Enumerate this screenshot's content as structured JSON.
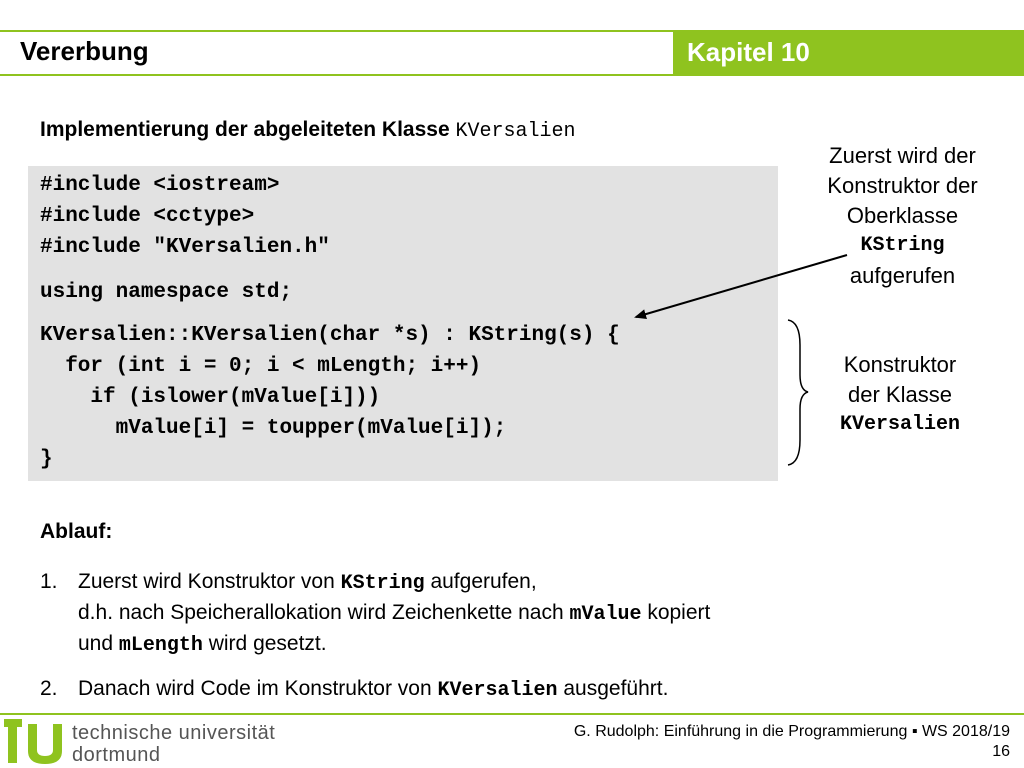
{
  "header": {
    "title": "Vererbung",
    "chapter": "Kapitel 10"
  },
  "heading": {
    "text": "Implementierung der abgeleiteten Klasse ",
    "code": "KVersalien"
  },
  "code_lines": [
    "#include <iostream>",
    "#include <cctype>",
    "#include \"KVersalien.h\"",
    "using namespace std;",
    "KVersalien::KVersalien(char *s) : KString(s) {",
    "  for (int i = 0; i < mLength; i++)",
    "    if (islower(mValue[i]))",
    "      mValue[i] = toupper(mValue[i]);",
    "}"
  ],
  "note_top": {
    "line1": "Zuerst wird der",
    "line2": "Konstruktor der",
    "line3": "Oberklasse",
    "code": "KString",
    "line5": "aufgerufen"
  },
  "note_bottom": {
    "line1": "Konstruktor",
    "line2": "der Klasse",
    "code": "KVersalien"
  },
  "ablauf": {
    "title": "Ablauf:",
    "item1": {
      "num": "1.",
      "a1": "Zuerst wird Konstruktor von ",
      "a_code": "KString",
      "a2": " aufgerufen,",
      "b1": "d.h. nach Speicherallokation wird Zeichenkette nach ",
      "b_code": "mValue",
      "b2": " kopiert",
      "c1": "und ",
      "c_code": "mLength",
      "c2": " wird gesetzt."
    },
    "item2": {
      "num": "2.",
      "a1": "Danach wird Code im Konstruktor von ",
      "a_code": "KVersalien",
      "a2": " ausgeführt."
    }
  },
  "footer": {
    "line1": "G. Rudolph: Einführung in die Programmierung ▪ WS 2018/19",
    "page": "16"
  },
  "logo": {
    "line1": "technische universität",
    "line2": "dortmund"
  },
  "colors": {
    "accent": "#8fc31f",
    "codebox": "#e2e2e2"
  }
}
